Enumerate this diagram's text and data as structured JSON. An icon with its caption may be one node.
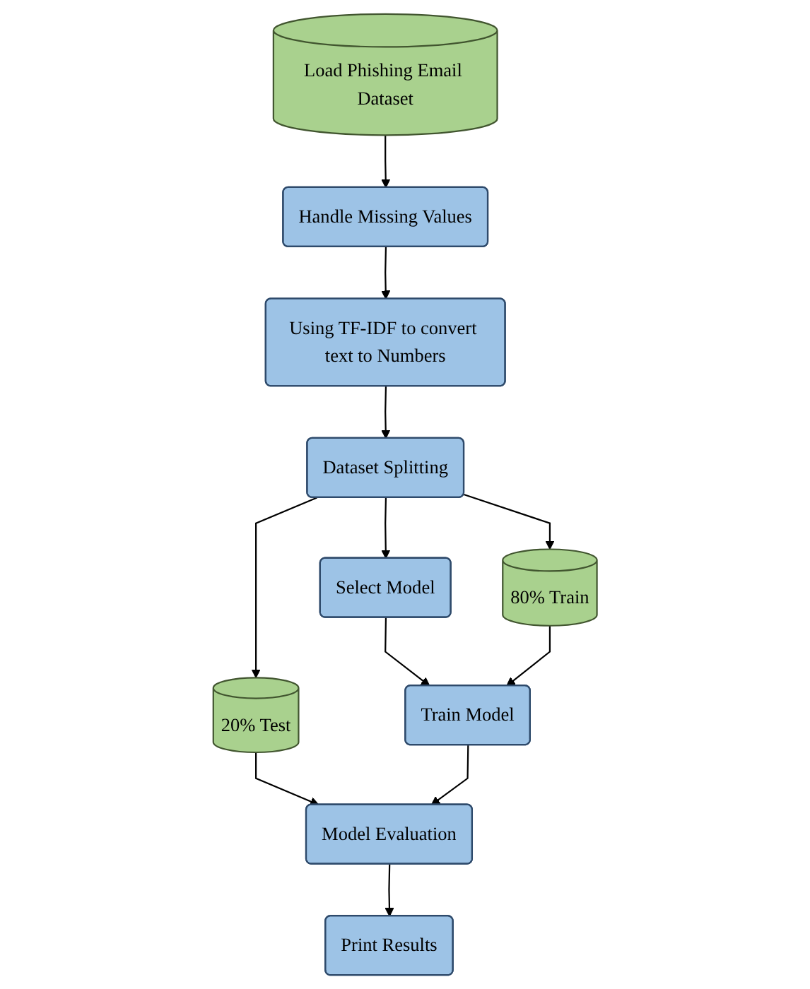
{
  "diagram": {
    "nodes": [
      {
        "text": [
          "Load Phishing Email Dataset"
        ]
      },
      {
        "text": [
          "Handle Missing Values"
        ]
      },
      {
        "text": [
          "Using TF-IDF to convert text to Numbers"
        ]
      },
      {
        "text": [
          "Dataset Splitting"
        ]
      },
      {
        "text": [
          "20% Test"
        ]
      },
      {
        "text": [
          "80% Train"
        ]
      },
      {
        "text": [
          "Select Model"
        ]
      },
      {
        "text": [
          "Train Model"
        ]
      },
      {
        "text": [
          "Model Evaluation"
        ]
      },
      {
        "text": [
          "Print Results"
        ]
      }
    ],
    "edges": [
      {
        "from": 0,
        "to": 1,
        "arrow": "to"
      },
      {
        "from": 1,
        "to": 2,
        "arrow": "to"
      },
      {
        "from": 2,
        "to": 3,
        "arrow": "to"
      },
      {
        "from": 3,
        "to": 4,
        "arrow": "to"
      },
      {
        "from": 3,
        "to": 5,
        "arrow": "to"
      },
      {
        "from": 3,
        "to": 6,
        "arrow": "to"
      },
      {
        "from": 6,
        "to": 7,
        "arrow": "to"
      },
      {
        "from": 5,
        "to": 7,
        "arrow": "to"
      },
      {
        "from": 4,
        "to": 8,
        "arrow": "to"
      },
      {
        "from": 7,
        "to": 8,
        "arrow": "to"
      },
      {
        "from": 8,
        "to": 9,
        "arrow": "to"
      }
    ]
  }
}
